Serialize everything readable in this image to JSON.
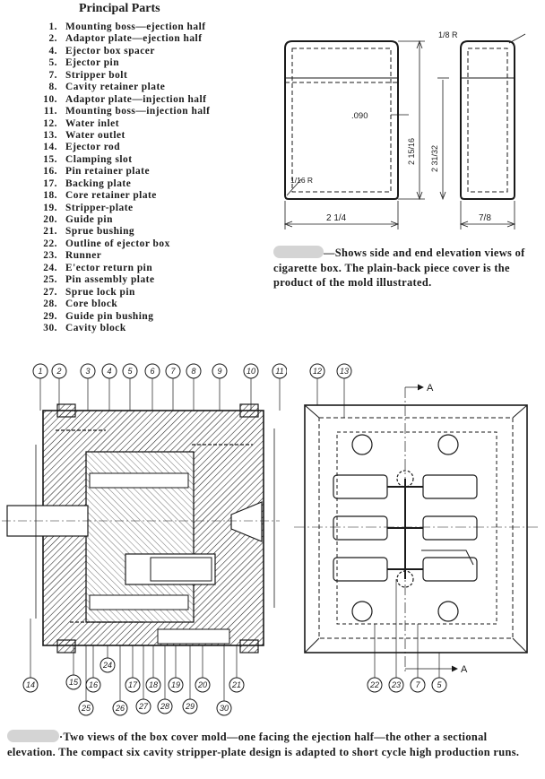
{
  "principal_parts": {
    "title": "Principal Parts",
    "items": [
      {
        "num": "1.",
        "label": "Mounting boss—ejection half"
      },
      {
        "num": "2.",
        "label": "Adaptor plate—ejection half"
      },
      {
        "num": "4.",
        "label": "Ejector box spacer"
      },
      {
        "num": "5.",
        "label": "Ejector pin"
      },
      {
        "num": "7.",
        "label": "Stripper bolt"
      },
      {
        "num": "8.",
        "label": "Cavity retainer plate"
      },
      {
        "num": "10.",
        "label": "Adaptor plate—injection half"
      },
      {
        "num": "11.",
        "label": "Mounting boss—injection half"
      },
      {
        "num": "12.",
        "label": "Water inlet"
      },
      {
        "num": "13.",
        "label": "Water outlet"
      },
      {
        "num": "14.",
        "label": "Ejector rod"
      },
      {
        "num": "15.",
        "label": "Clamping slot"
      },
      {
        "num": "16.",
        "label": "Pin retainer plate"
      },
      {
        "num": "17.",
        "label": "Backing plate"
      },
      {
        "num": "18.",
        "label": "Core retainer plate"
      },
      {
        "num": "19.",
        "label": "Stripper-plate"
      },
      {
        "num": "20.",
        "label": "Guide pin"
      },
      {
        "num": "21.",
        "label": "Sprue bushing"
      },
      {
        "num": "22.",
        "label": "Outline of ejector box"
      },
      {
        "num": "23.",
        "label": "Runner"
      },
      {
        "num": "24.",
        "label": "E'ector return pin"
      },
      {
        "num": "25.",
        "label": "Pin assembly plate"
      },
      {
        "num": "27.",
        "label": "Sprue lock pin"
      },
      {
        "num": "28.",
        "label": "Core block"
      },
      {
        "num": "29.",
        "label": "Guide pin bushing"
      },
      {
        "num": "30.",
        "label": "Cavity block"
      }
    ]
  },
  "box_drawing": {
    "dim_eighth_r": "1/8 R",
    "dim_sixteenth_r": "1/16 R",
    "dim_090": ".090",
    "dim_height": "2 15/16",
    "dim_inner_height": "2 31/32",
    "dim_width": "2 1/4",
    "dim_depth": "7/8"
  },
  "caption_top": "—Shows side and end elevation views of cigarette box. The plain-back piece cover is the product of the mold illustrated.",
  "section_view": {
    "top_labels": [
      "1",
      "2",
      "3",
      "4",
      "5",
      "6",
      "7",
      "8",
      "9",
      "10",
      "11"
    ],
    "bottom_labels": [
      "14",
      "15",
      "16",
      "17",
      "18",
      "19",
      "20",
      "21",
      "24",
      "25",
      "26",
      "27",
      "28",
      "29",
      "30"
    ]
  },
  "plan_view": {
    "top_labels": [
      "12",
      "13"
    ],
    "bottom_labels": [
      "22",
      "23",
      "7",
      "5"
    ],
    "section_marker": "A"
  },
  "caption_bottom": "·Two views of the box cover mold—one facing the ejection half—the other a sectional elevation. The compact six cavity stripper-plate design is adapted to short cycle high production runs.",
  "colors": {
    "ink": "#1a1a1a",
    "redaction": "#d4d4d4"
  }
}
